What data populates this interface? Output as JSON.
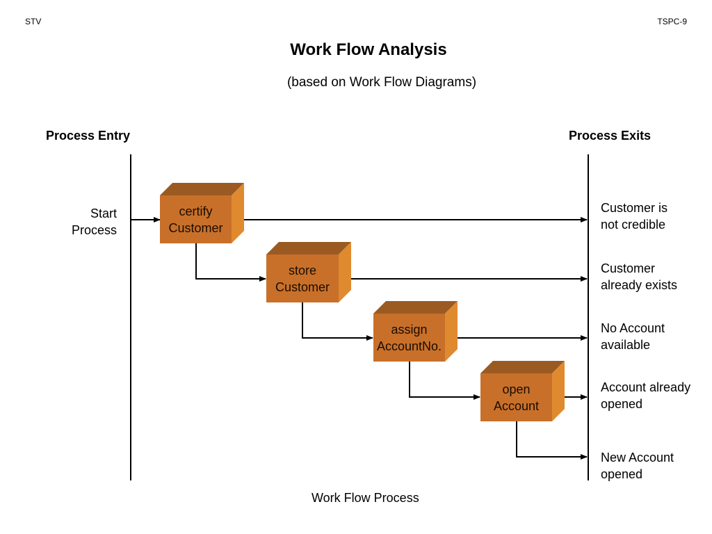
{
  "header": {
    "left": "STV",
    "right": "TSPC-9"
  },
  "title": "Work Flow  Analysis",
  "subtitle": "(based on Work Flow Diagrams)",
  "columns": {
    "entry": "Process Entry",
    "exits": "Process Exits"
  },
  "start_label": "Start\nProcess",
  "steps": [
    {
      "label": "certify\nCustomer"
    },
    {
      "label": "store\nCustomer"
    },
    {
      "label": "assign\nAccountNo."
    },
    {
      "label": "open\nAccount"
    }
  ],
  "exits": [
    {
      "label": "Customer is\nnot credible"
    },
    {
      "label": "Customer\nalready exists"
    },
    {
      "label": "No Account\navailable"
    },
    {
      "label": "Account already\nopened"
    },
    {
      "label": "New Account\nopened"
    }
  ],
  "caption": "Work Flow Process",
  "colors": {
    "box_front": "#c8702a",
    "box_top": "#9a5a22",
    "box_side": "#e08a30",
    "line": "#000000"
  }
}
